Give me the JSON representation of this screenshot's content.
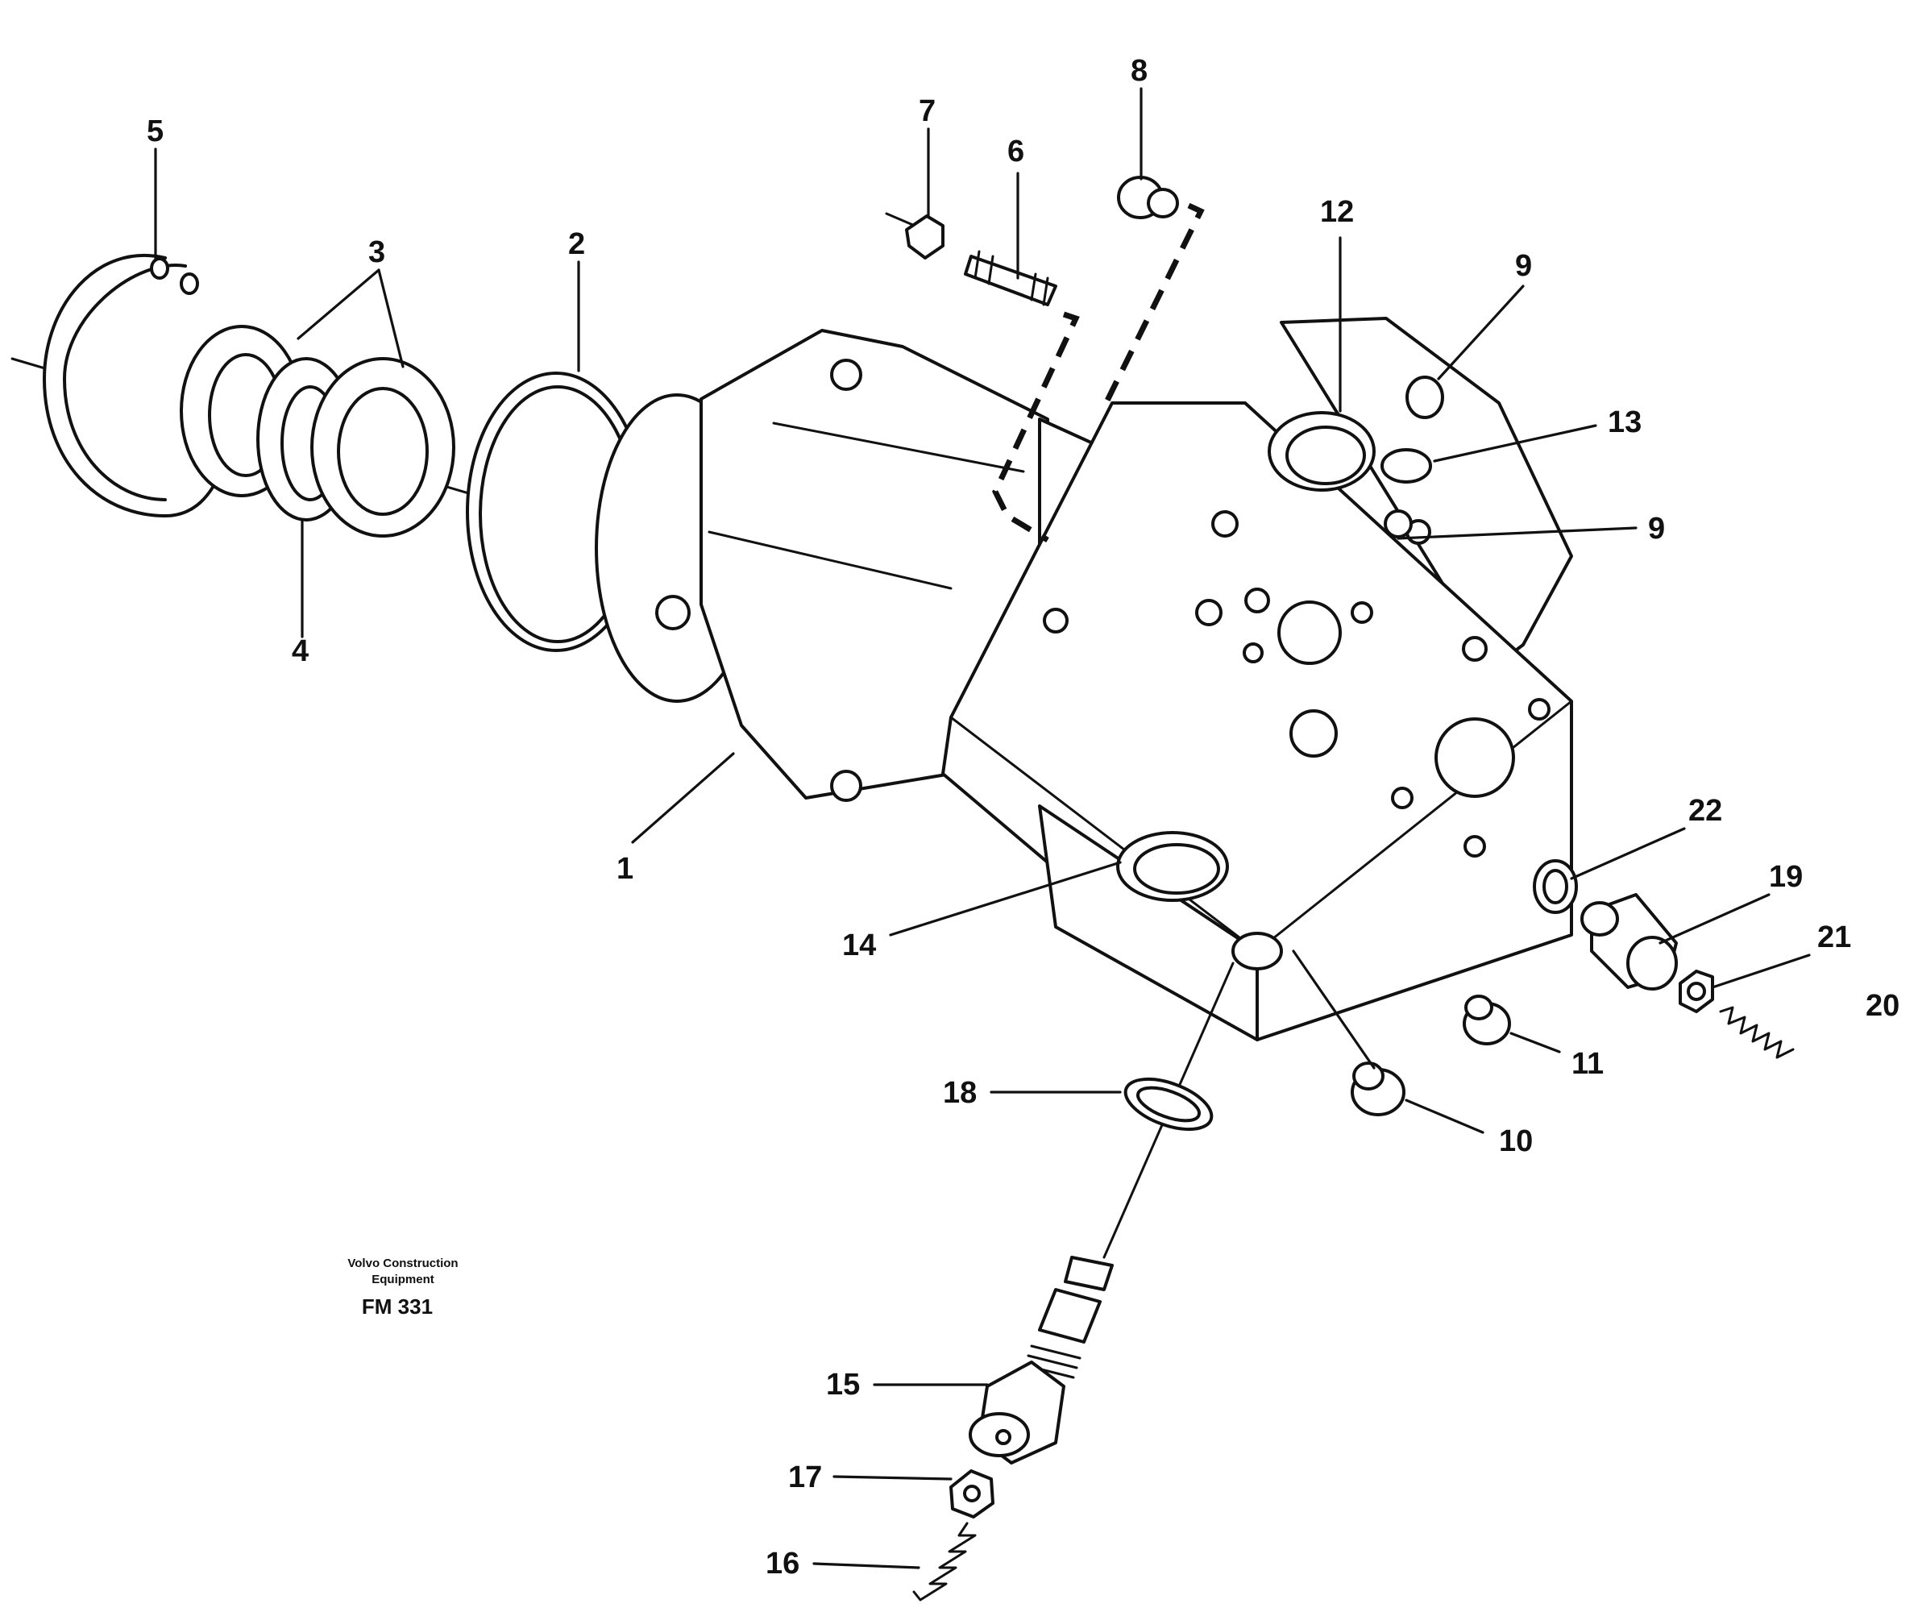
{
  "callouts": [
    "1",
    "2",
    "3",
    "4",
    "5",
    "6",
    "7",
    "8",
    "9",
    "9",
    "10",
    "11",
    "12",
    "13",
    "14",
    "15",
    "16",
    "17",
    "18",
    "19",
    "20",
    "21",
    "22"
  ],
  "caption": {
    "company_line1": "Volvo Construction",
    "company_line2": "Equipment",
    "code": "FM 331"
  }
}
